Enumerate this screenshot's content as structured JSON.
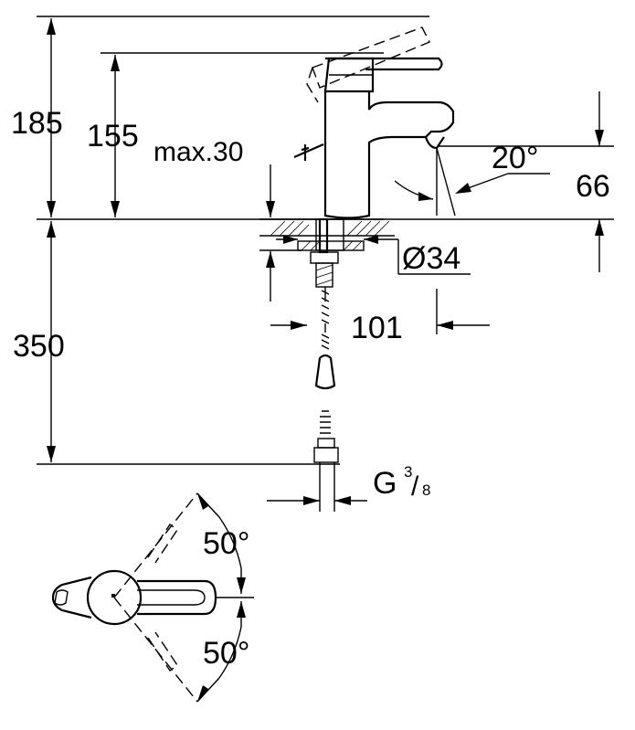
{
  "dimensions": {
    "h185": "185",
    "h155": "155",
    "max30": "max.30",
    "angle20": "20°",
    "h66": "66",
    "dia34": "Ø34",
    "w101": "101",
    "h350": "350",
    "thread_g": "G",
    "thread_num": "3",
    "thread_den": "8",
    "angle50_top": "50°",
    "angle50_bottom": "50°"
  }
}
